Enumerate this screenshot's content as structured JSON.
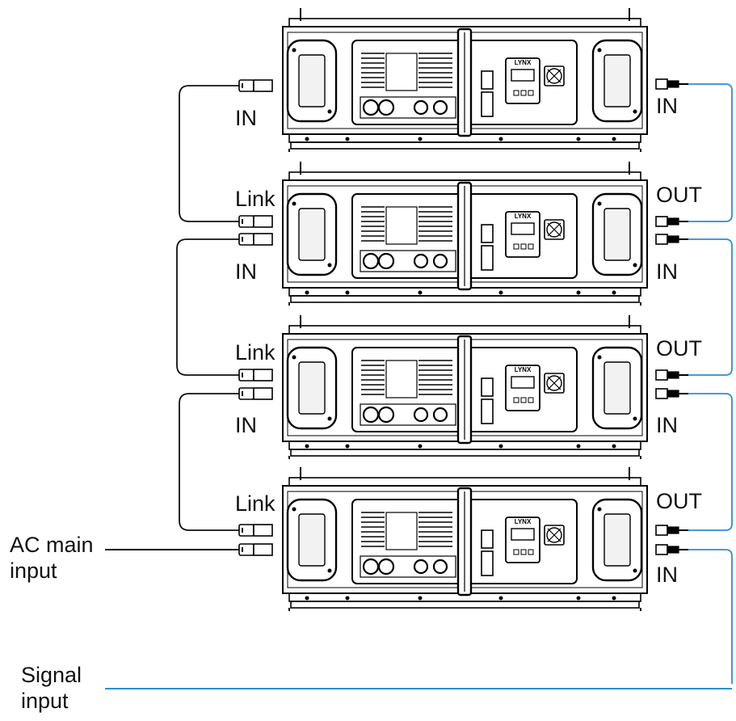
{
  "brand": "LYNX",
  "colors": {
    "power_cable": "#111111",
    "signal_cable": "#2a8fd0",
    "cabinet_line": "#000000"
  },
  "cabinets": [
    {
      "left_labels": [
        "IN"
      ],
      "right_labels": [
        "IN"
      ]
    },
    {
      "left_labels": [
        "Link",
        "IN"
      ],
      "right_labels": [
        "OUT",
        "IN"
      ]
    },
    {
      "left_labels": [
        "Link",
        "IN"
      ],
      "right_labels": [
        "OUT",
        "IN"
      ]
    },
    {
      "left_labels": [
        "Link"
      ],
      "right_labels": [
        "OUT",
        "IN"
      ]
    }
  ],
  "legend": {
    "ac_main": {
      "line1": "AC main",
      "line2": "input"
    },
    "signal": {
      "line1": "Signal",
      "line2": "input"
    }
  }
}
